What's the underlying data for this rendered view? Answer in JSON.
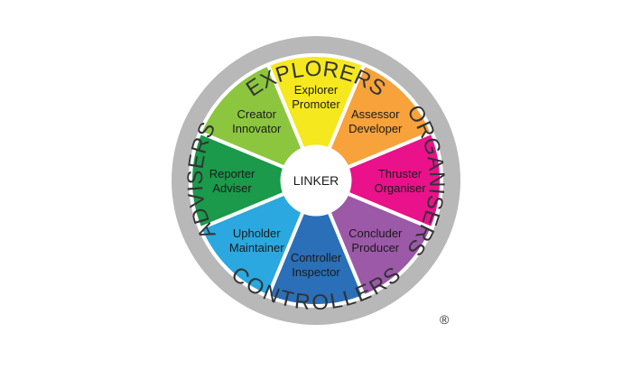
{
  "ring": {
    "color": "#b8b8b8",
    "labels": {
      "top": "EXPLORERS",
      "right": "ORGANISERS",
      "bottom": "CONTROLLERS",
      "left": "ADVISERS"
    }
  },
  "segments": [
    {
      "line1": "Explorer",
      "line2": "Promoter",
      "color": "#f5e81e"
    },
    {
      "line1": "Assessor",
      "line2": "Developer",
      "color": "#f7a23b"
    },
    {
      "line1": "Thruster",
      "line2": "Organiser",
      "color": "#e9128a"
    },
    {
      "line1": "Concluder",
      "line2": "Producer",
      "color": "#9b59a8"
    },
    {
      "line1": "Controller",
      "line2": "Inspector",
      "color": "#2a6fb8"
    },
    {
      "line1": "Upholder",
      "line2": "Maintainer",
      "color": "#2aa8df"
    },
    {
      "line1": "Reporter",
      "line2": "Adviser",
      "color": "#1a9a4a"
    },
    {
      "line1": "Creator",
      "line2": "Innovator",
      "color": "#8cc63f"
    }
  ],
  "center": {
    "label": "LINKER",
    "color": "#ffffff"
  },
  "registered": "®"
}
